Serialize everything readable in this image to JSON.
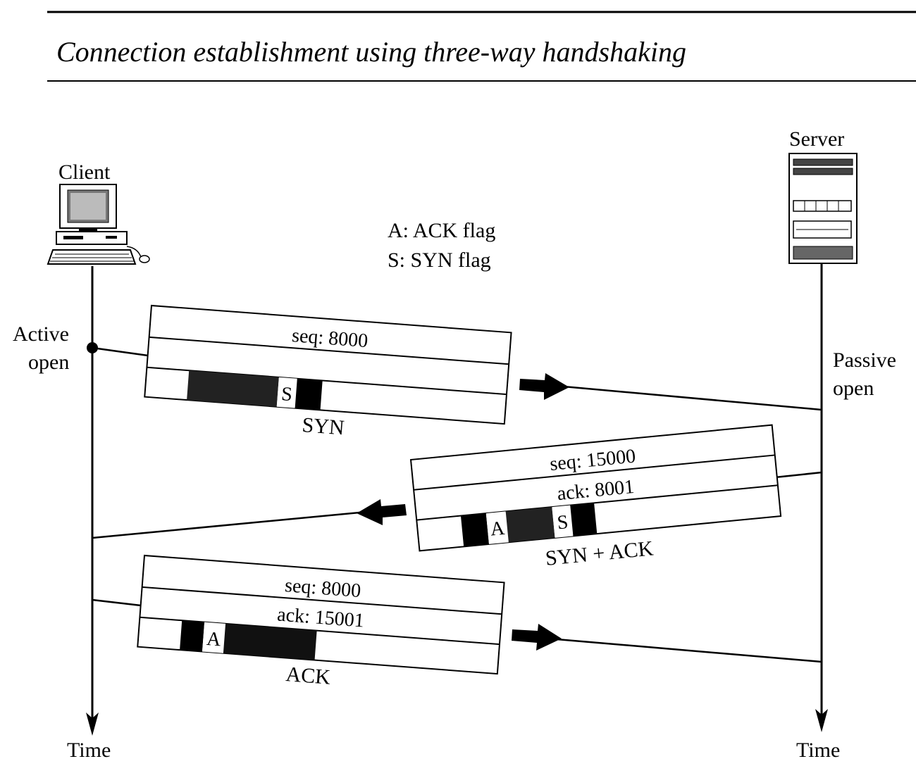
{
  "title": "Connection establishment using three-way handshaking",
  "legend": {
    "ack_flag": "A: ACK flag",
    "syn_flag": "S: SYN flag"
  },
  "client": {
    "label": "Client",
    "event": [
      "Active",
      "open"
    ],
    "axis": "Time"
  },
  "server": {
    "label": "Server",
    "event": [
      "Passive",
      "open"
    ],
    "axis": "Time"
  },
  "segments": [
    {
      "name": "SYN",
      "fields": [
        "seq: 8000",
        ""
      ],
      "flag_letters": [
        "",
        "S"
      ],
      "direction": "client-to-server"
    },
    {
      "name": "SYN + ACK",
      "fields": [
        "seq: 15000",
        "ack: 8001"
      ],
      "flag_letters": [
        "A",
        "S"
      ],
      "direction": "server-to-client"
    },
    {
      "name": "ACK",
      "fields": [
        "seq: 8000",
        "ack: 15001"
      ],
      "flag_letters": [
        "A",
        ""
      ],
      "direction": "client-to-server"
    }
  ]
}
